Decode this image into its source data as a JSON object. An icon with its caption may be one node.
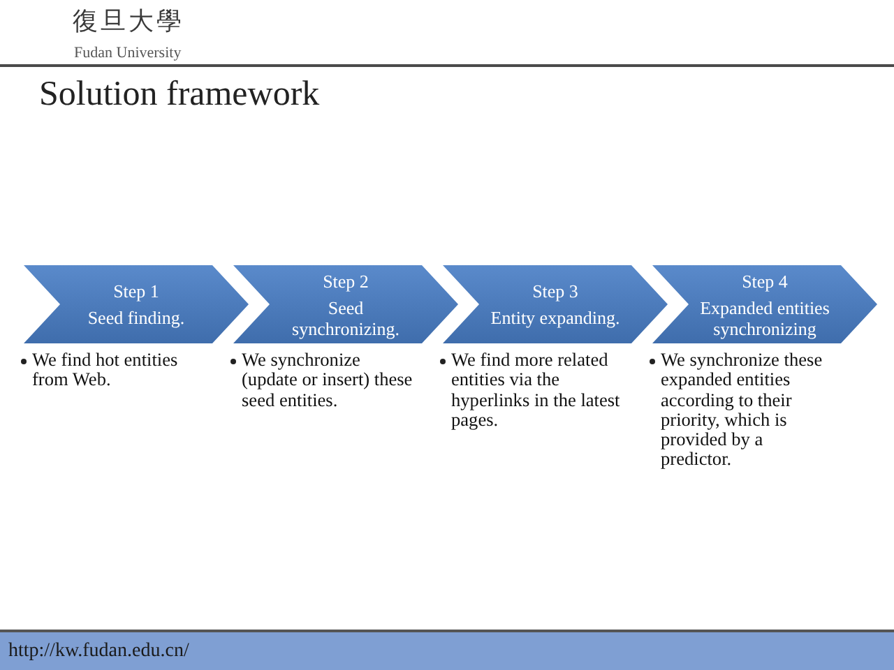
{
  "diagram": {
    "title": "Solution framework",
    "nodes": [
      {
        "text": [
          "Step 1",
          "Seed finding."
        ],
        "beside": [
          "We find hot entities from Web."
        ]
      },
      {
        "text": [
          "Step 2",
          "Seed synchronizing."
        ],
        "beside": [
          "We synchronize (update or insert) these seed entities."
        ]
      },
      {
        "text": [
          "Step 3",
          "Entity expanding."
        ],
        "beside": [
          "We find more related entities via the hyperlinks in the latest pages."
        ]
      },
      {
        "text": [
          "Step 4",
          "Expanded entities synchronizing"
        ],
        "beside": [
          "We synchronize these expanded entities according to their priority, which is provided by a predictor."
        ]
      }
    ],
    "labels": [
      "復旦大學",
      "Fudan University",
      "http://kw.fudan.edu.cn/"
    ]
  }
}
